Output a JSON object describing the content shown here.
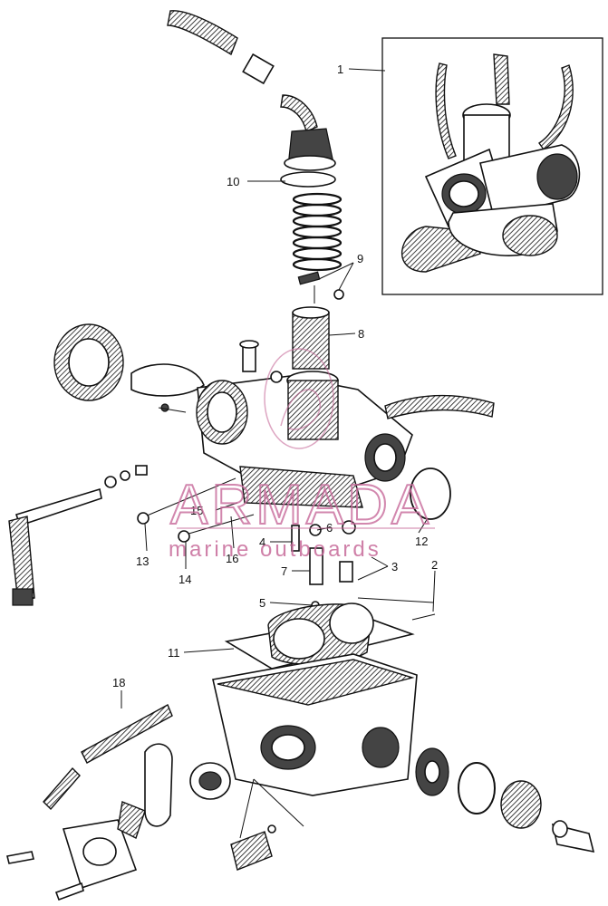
{
  "diagram": {
    "callouts": [
      {
        "id": "c1",
        "text": "1"
      },
      {
        "id": "c10",
        "text": "10"
      },
      {
        "id": "c9",
        "text": "9"
      },
      {
        "id": "c8",
        "text": "8"
      },
      {
        "id": "c15",
        "text": "15"
      },
      {
        "id": "c6",
        "text": "6"
      },
      {
        "id": "c4",
        "text": "4"
      },
      {
        "id": "c12",
        "text": "12"
      },
      {
        "id": "c13",
        "text": "13"
      },
      {
        "id": "c16",
        "text": "16"
      },
      {
        "id": "c14",
        "text": "14"
      },
      {
        "id": "c7",
        "text": "7"
      },
      {
        "id": "c3",
        "text": "3"
      },
      {
        "id": "c2",
        "text": "2"
      },
      {
        "id": "c5",
        "text": "5"
      },
      {
        "id": "c11",
        "text": "11"
      },
      {
        "id": "c18",
        "text": "18"
      }
    ]
  },
  "watermark": {
    "brand": "ARMADA",
    "tagline": "marine outboards",
    "color": "#c76a9a"
  }
}
